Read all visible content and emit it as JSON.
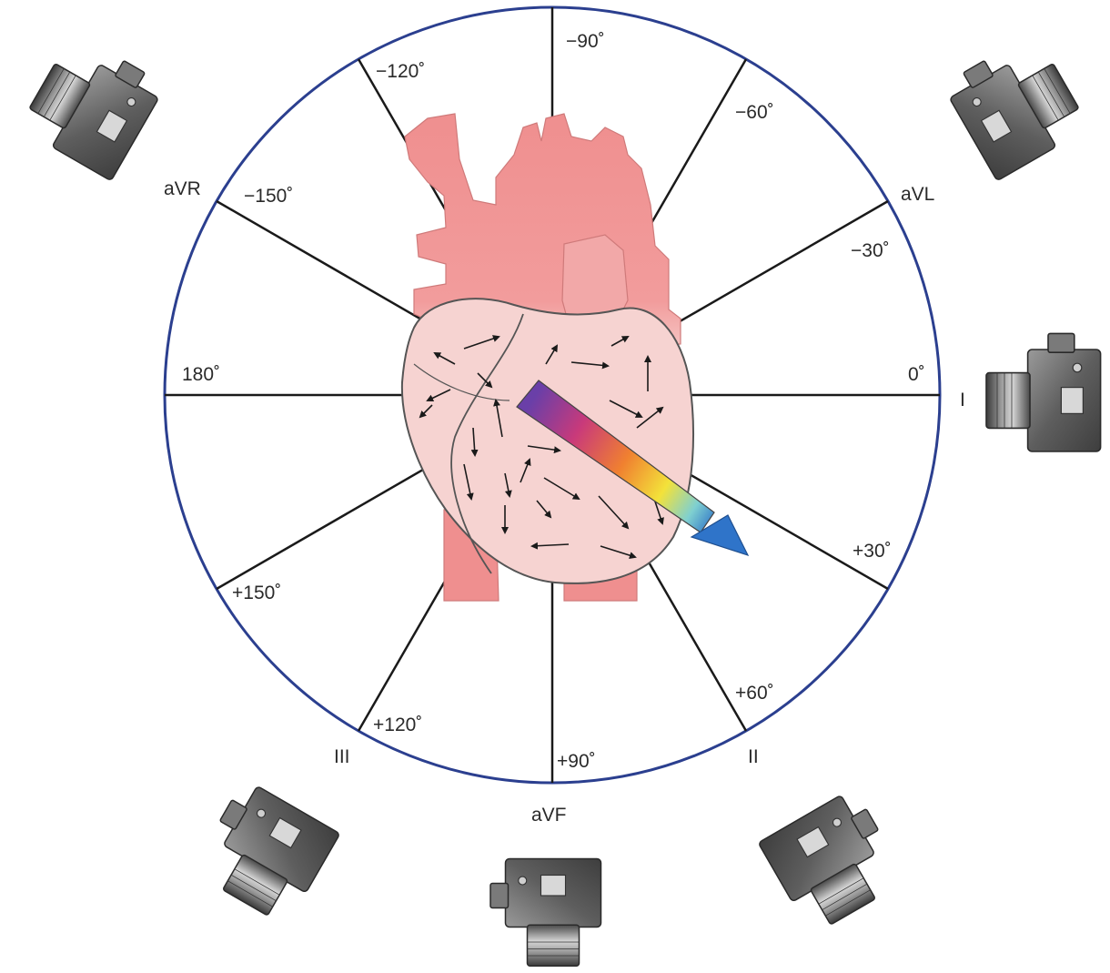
{
  "hexaxial": {
    "angle_labels": {
      "neg90": "−90˚",
      "neg120": "−120˚",
      "neg60": "−60˚",
      "neg150": "−150˚",
      "neg30": "−30˚",
      "d180": "180˚",
      "d0": "0˚",
      "pos30": "+30˚",
      "pos150": "+150˚",
      "pos60": "+60˚",
      "pos120": "+120˚",
      "pos90": "+90˚"
    },
    "lead_labels": {
      "aVR": "aVR",
      "aVL": "aVL",
      "I": "I",
      "II": "II",
      "III": "III",
      "aVF": "aVF"
    }
  },
  "colors": {
    "circle": "#2b3f8f",
    "spokes": "#1a1a1a",
    "heart_fill": "#f6d3d1",
    "vessel_fill": "#ef8f8f",
    "arrow_blue": "#2f74c9",
    "camera_body": "#6b6b6b"
  },
  "icons": [
    "camera-icon",
    "heart-illustration",
    "mean-electrical-axis-arrow"
  ]
}
